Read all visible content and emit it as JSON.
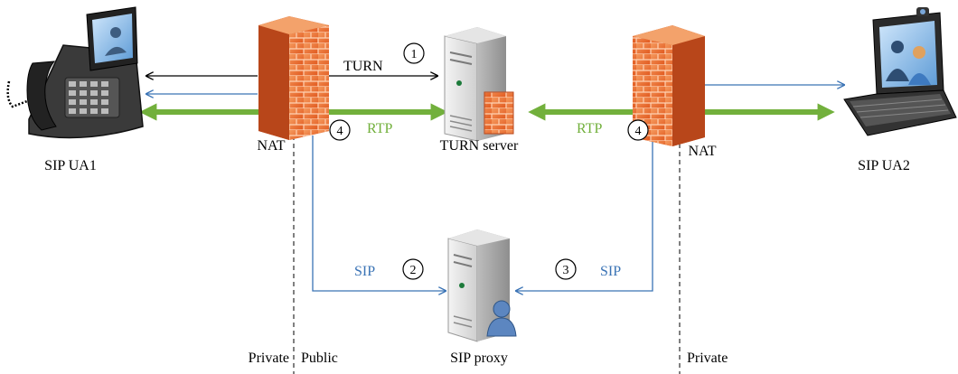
{
  "nodes": {
    "ua1_label": "SIP UA1",
    "ua2_label": "SIP UA2",
    "nat_left_label": "NAT",
    "nat_right_label": "NAT",
    "turn_server_label": "TURN server",
    "sip_proxy_label": "SIP proxy"
  },
  "zones": {
    "private_left": "Private",
    "public": "Public",
    "private_right": "Private"
  },
  "flows": {
    "turn_label": "TURN",
    "rtp_left_label": "RTP",
    "rtp_right_label": "RTP",
    "sip_left_label": "SIP",
    "sip_right_label": "SIP"
  },
  "steps": {
    "step_turn": "1",
    "step_sip_ua1": "2",
    "step_sip_ua2": "3",
    "step_rtp_left": "4",
    "step_rtp_right": "4"
  },
  "colors": {
    "sip_blue": "#3a73b5",
    "rtp_green": "#72b03c",
    "firewall_orange": "#e8682c",
    "turn_black": "#000000"
  },
  "icons": {
    "ua1": "desk-phone-icon",
    "ua2": "laptop-icon",
    "nat": "firewall-icon",
    "server": "server-tower-icon"
  }
}
